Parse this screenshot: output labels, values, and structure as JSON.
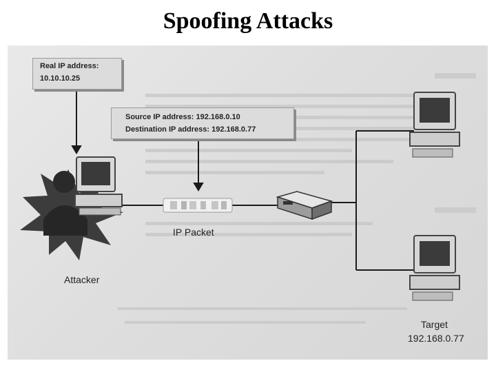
{
  "slide": {
    "title": "Spoofing Attacks"
  },
  "diagram": {
    "real_ip_label": "Real IP address:",
    "real_ip_value": "10.10.10.25",
    "source_ip": "Source IP address: 192.168.0.10",
    "destination_ip": "Destination IP address: 192.168.0.77",
    "packet_label": "IP Packet",
    "attacker_label": "Attacker",
    "target_label": "Target",
    "target_ip": "192.168.0.77"
  }
}
